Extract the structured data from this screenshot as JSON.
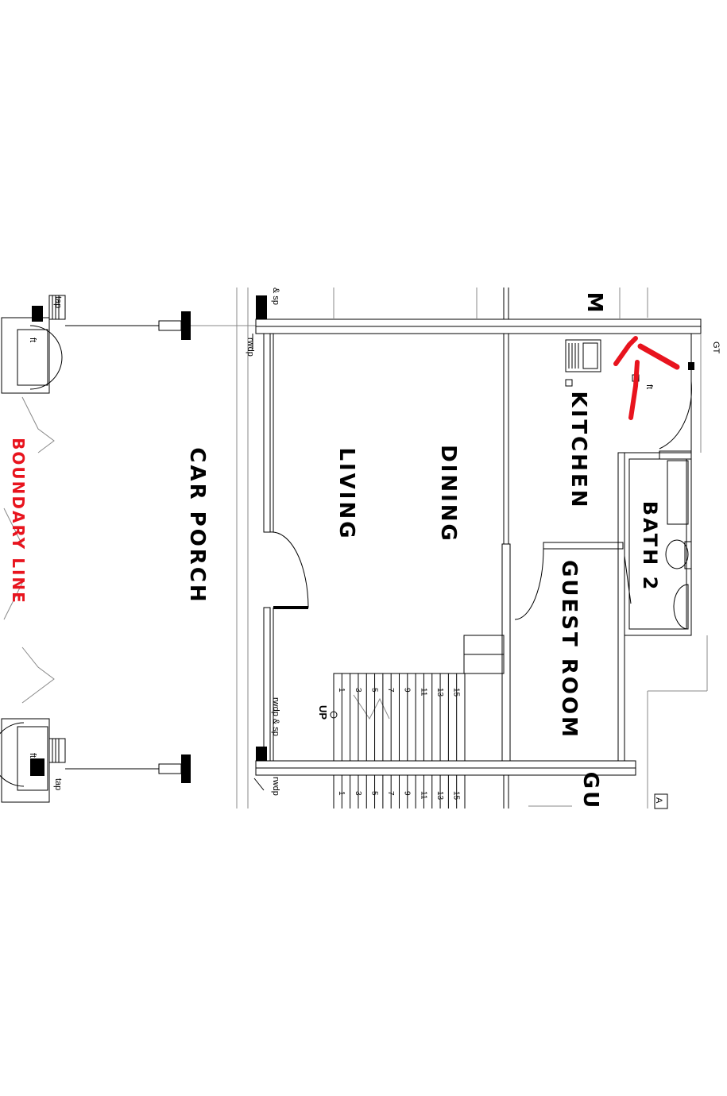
{
  "rooms": {
    "car_porch": "CAR PORCH",
    "living": "LIVING",
    "dining": "DINING",
    "kitchen": "KITCHEN",
    "guest_room": "GUEST ROOM",
    "bath2": "BATH 2",
    "partial_top": "M",
    "partial_bottom": "GU"
  },
  "boundary": {
    "label": "BOUNDARY LINE",
    "color": "#e8141e"
  },
  "annotations": {
    "tap_top": "tap",
    "tap_bottom": "tap",
    "ft_top": "ft",
    "ft_bottom": "ft",
    "sp_top": "& sp",
    "rwdp_top": "rwdp",
    "rwdp_sp": "rwdp & sp",
    "rwdp_bottom": "rwdp",
    "gt": "GT",
    "kitchen_ft": "ft",
    "up": "UP",
    "partial_a": "A"
  },
  "stairs": {
    "upper_numbers": [
      "1",
      "3",
      "5",
      "7",
      "9",
      "11",
      "13",
      "15"
    ],
    "lower_numbers": [
      "1",
      "3",
      "5",
      "7",
      "9",
      "11",
      "13",
      "15"
    ]
  },
  "markup": {
    "color": "#e8141e"
  }
}
